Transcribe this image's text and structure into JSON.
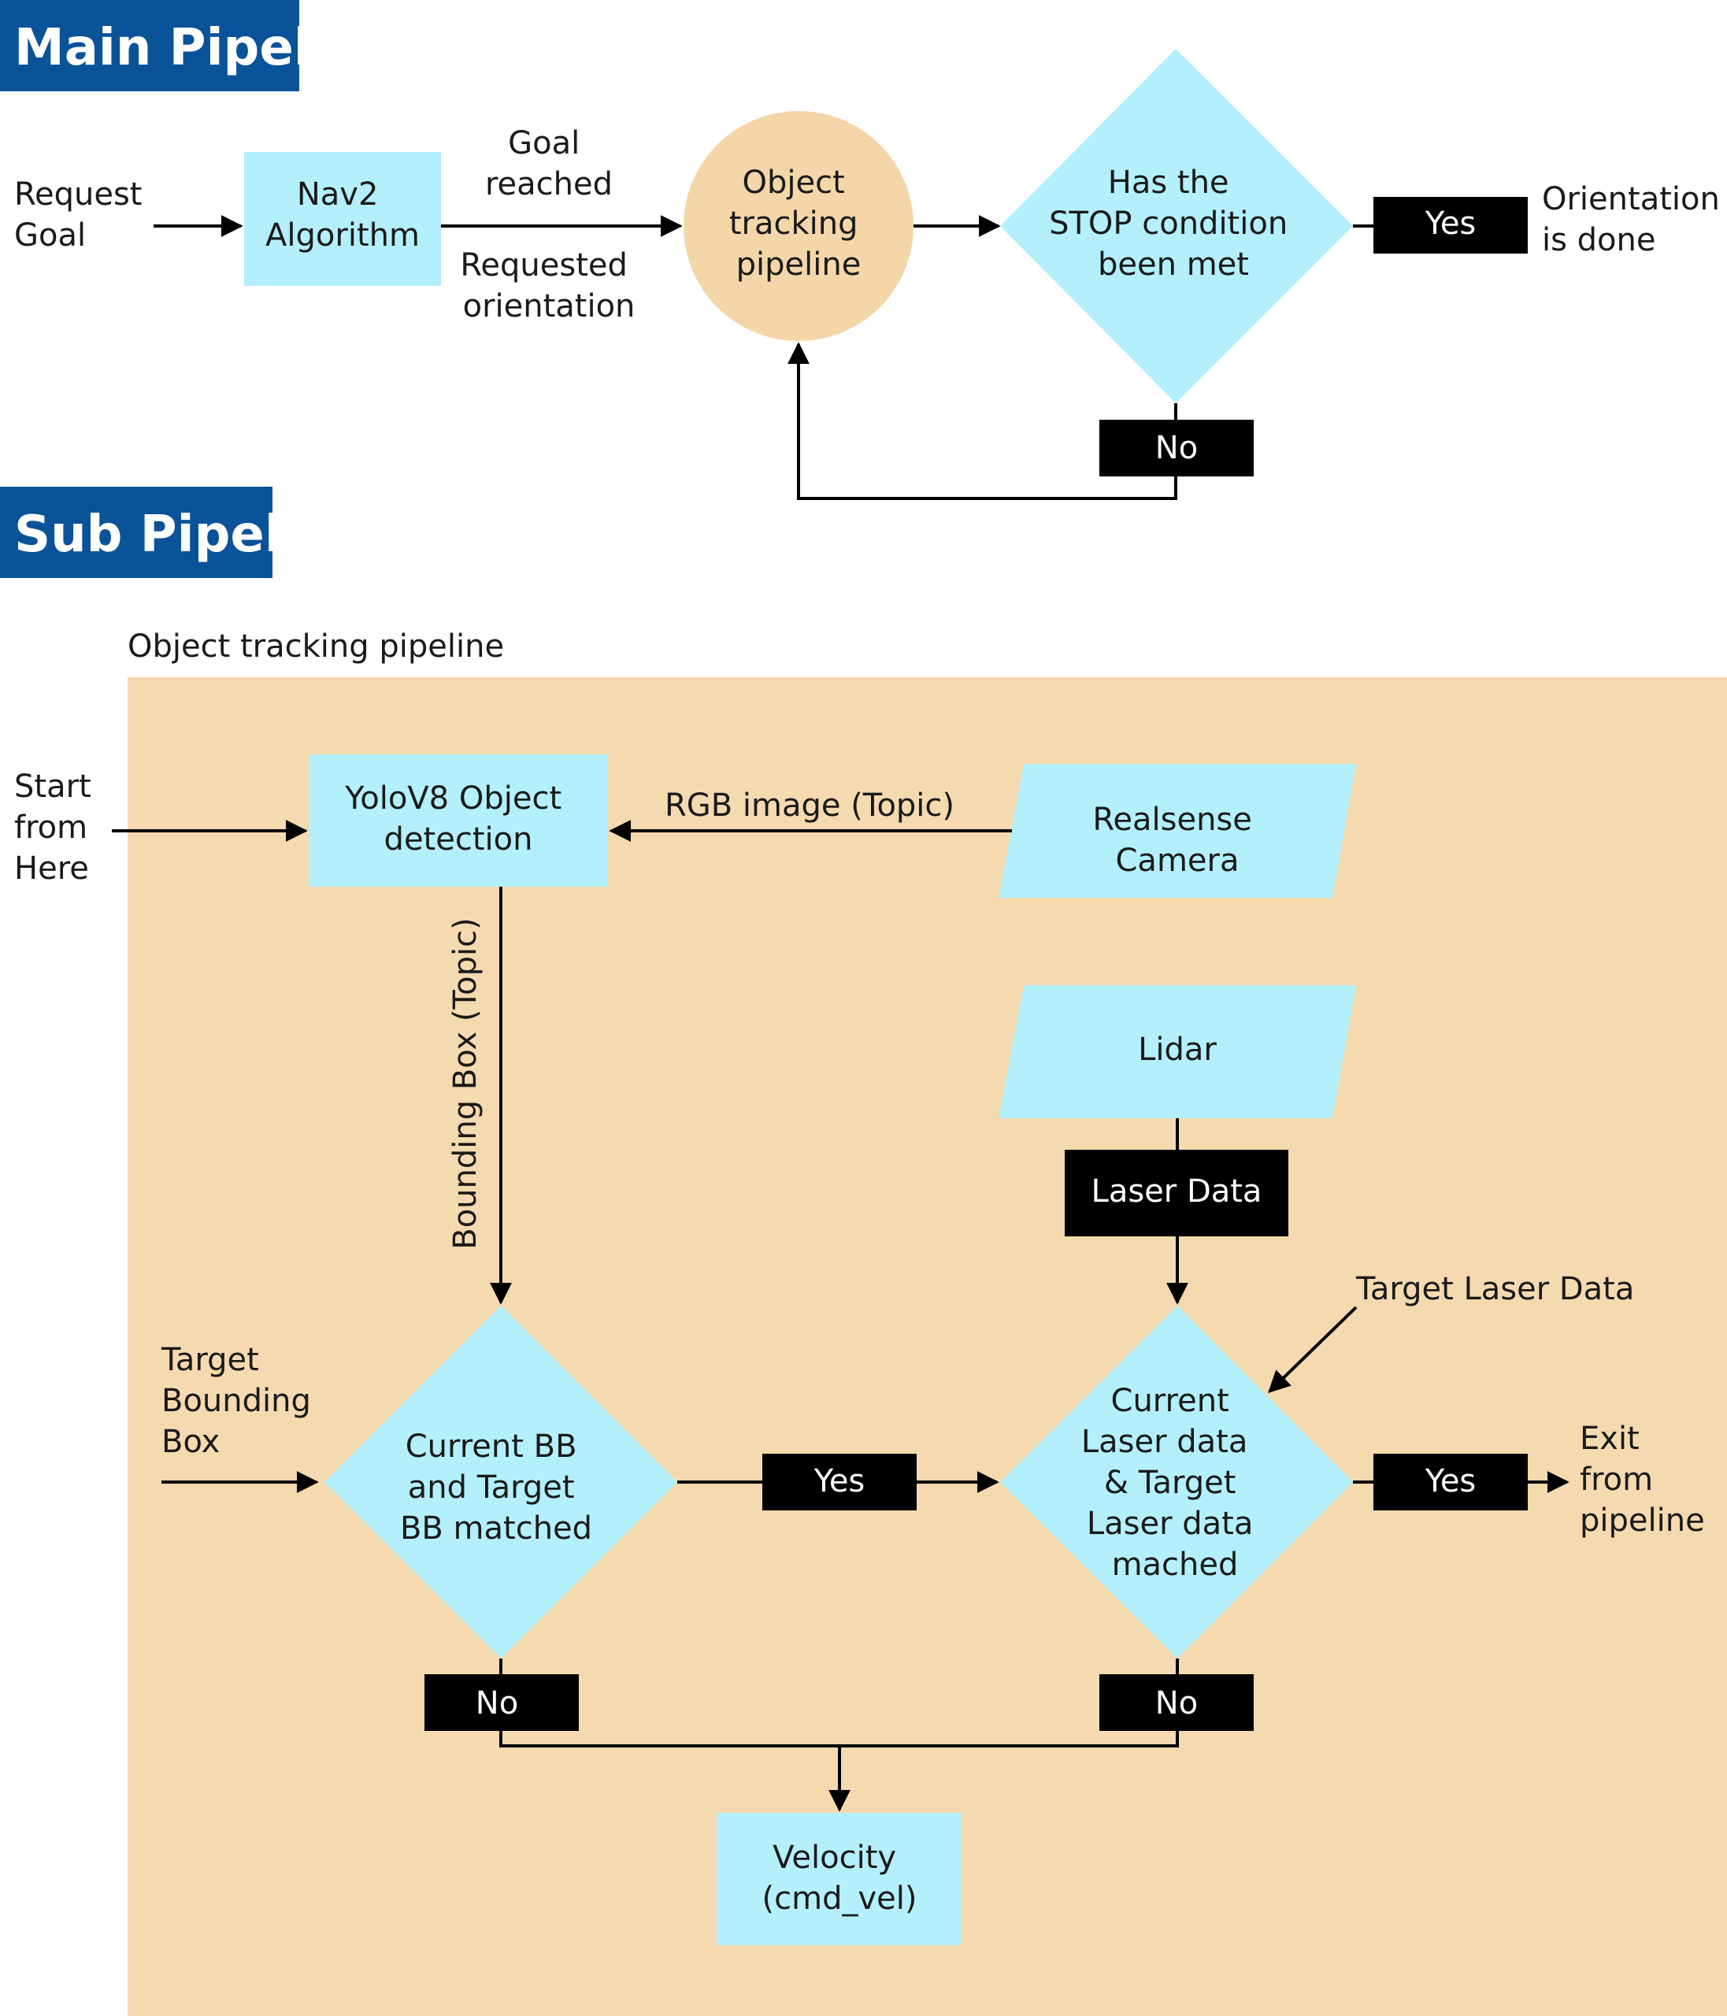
{
  "colors": {
    "title_bg": "#0a5399",
    "process_fill": "#b3f0fb",
    "circle_fill": "#f4d6a8",
    "subpanel_fill": "#f5dab0",
    "tag_fill": "#000000",
    "line": "#000000"
  },
  "main": {
    "title": "Main Pipeline",
    "request_goal": [
      "Request",
      "Goal"
    ],
    "nav2": [
      "Nav2",
      "Algorithm"
    ],
    "goal_reached": [
      "Goal",
      "reached"
    ],
    "requested_orientation": [
      "Requested",
      "orientation"
    ],
    "object_tracking": [
      "Object",
      "tracking",
      "pipeline"
    ],
    "stop_condition": [
      "Has the",
      "STOP condition",
      "been met"
    ],
    "yes": "Yes",
    "no": "No",
    "orientation_done": [
      "Orientation",
      "is done"
    ]
  },
  "sub": {
    "title": "Sub Pipeline",
    "panel_label": "Object tracking pipeline",
    "start": [
      "Start",
      "from",
      "Here"
    ],
    "yolo": [
      "YoloV8 Object",
      "detection"
    ],
    "rgb": "RGB image (Topic)",
    "realsense": [
      "Realsense",
      "Camera"
    ],
    "bounding_box_topic": "Bounding Box (Topic)",
    "lidar": "Lidar",
    "laser_data": "Laser Data",
    "target_laser_data": "Target Laser Data",
    "target_bb": [
      "Target",
      "Bounding",
      "Box"
    ],
    "bb_match": [
      "Current BB",
      "and Target",
      "BB matched"
    ],
    "yes_1": "Yes",
    "laser_match": [
      "Current",
      "Laser data",
      "& Target",
      "Laser data",
      "mached"
    ],
    "yes_2": "Yes",
    "exit": [
      "Exit",
      "from",
      "pipeline"
    ],
    "no_1": "No",
    "no_2": "No",
    "velocity": [
      "Velocity",
      "(cmd_vel)"
    ]
  }
}
